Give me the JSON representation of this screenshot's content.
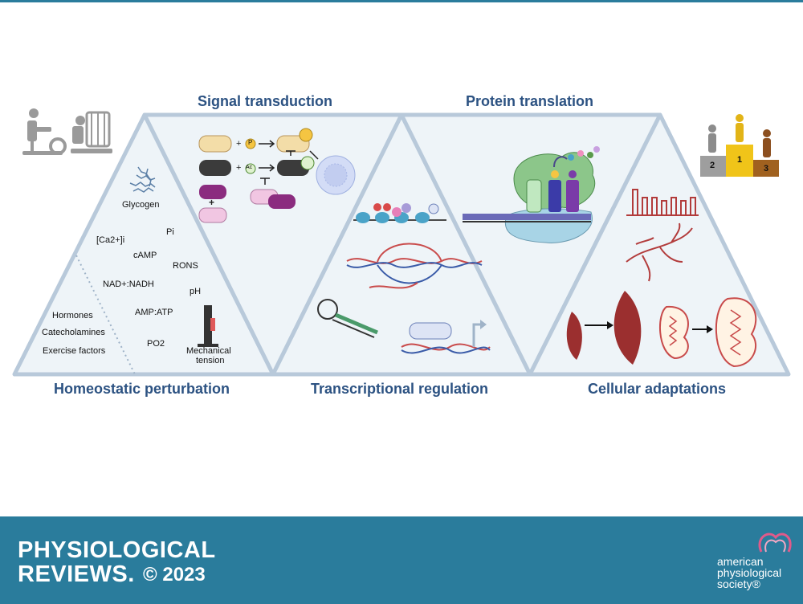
{
  "headings": {
    "signal": "Signal transduction",
    "protein": "Protein translation",
    "homeostatic": "Homeostatic perturbation",
    "transcriptional": "Transcriptional regulation",
    "cellular": "Cellular adaptations"
  },
  "labels": {
    "glycogen": "Glycogen",
    "pi": "Pi",
    "calcium": "[Ca2+]i",
    "camp": "cAMP",
    "rons": "RONS",
    "nad": "NAD+:NADH",
    "ph": "pH",
    "amp": "AMP:ATP",
    "hormones": "Hormones",
    "catecholamines": "Catecholamines",
    "exercise_factors": "Exercise factors",
    "po2": "PO2",
    "mech1": "Mechanical",
    "mech2": "tension"
  },
  "signal_icons": {
    "phospho": "P",
    "acetyl": "Ac"
  },
  "podium": {
    "first": "1",
    "second": "2",
    "third": "3"
  },
  "footer": {
    "journal_line1": "PHYSIOLOGICAL",
    "journal_line2": "REVIEWS.",
    "copyright": "© 2023",
    "society_line1": "american",
    "society_line2": "physiological",
    "society_line3": "society®"
  },
  "colors": {
    "heading": "#2c5282",
    "footer_bg": "#2a7c9c",
    "panel_fill": "#eef4f8",
    "panel_stroke": "#b8c9da"
  }
}
